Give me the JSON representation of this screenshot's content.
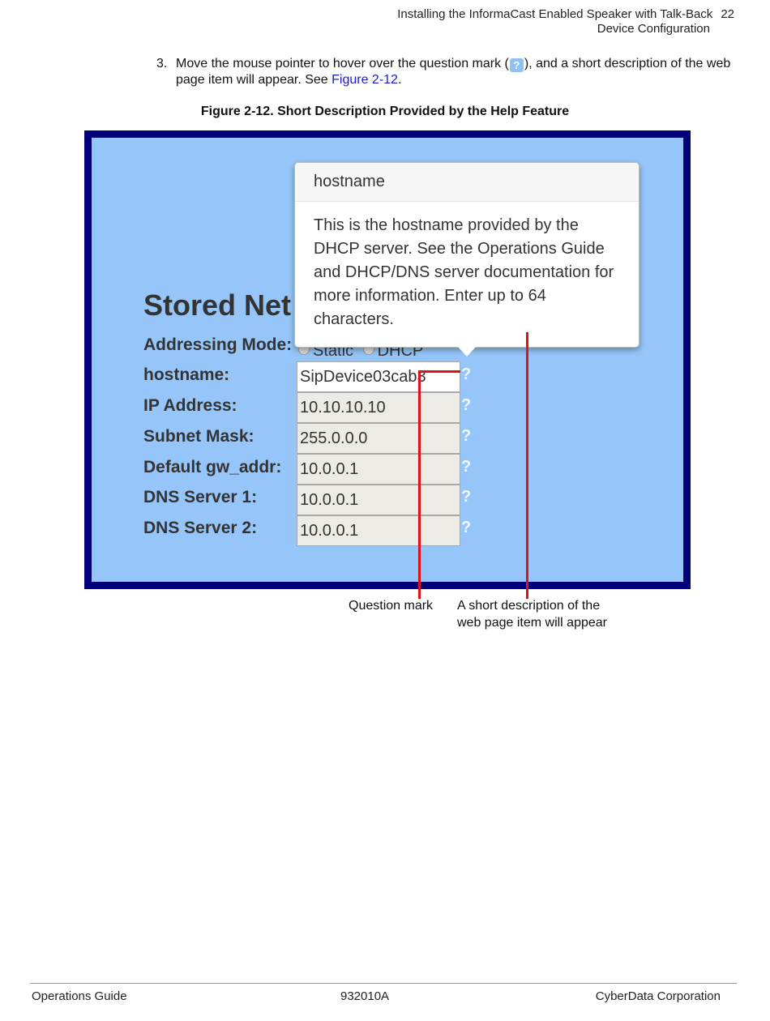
{
  "header": {
    "line1": "Installing the InformaCast Enabled Speaker with Talk-Back",
    "line2": "Device Configuration",
    "page_number": "22"
  },
  "step": {
    "number": "3.",
    "text_before": "Move the mouse pointer to hover over the question mark (",
    "question_icon": "?",
    "text_after": "), and a short description of the web page item will appear. See ",
    "link": "Figure 2-12",
    "end": "."
  },
  "figure": {
    "caption": "Figure 2-12. Short Description Provided by the Help Feature",
    "section_title": "Stored Net",
    "addressing_label": "Addressing Mode:",
    "radio_static": "Static",
    "radio_dhcp": "DHCP",
    "rows": [
      {
        "label": "hostname:",
        "value": "SipDevice03cab3"
      },
      {
        "label": "IP Address:",
        "value": "10.10.10.10"
      },
      {
        "label": "Subnet Mask:",
        "value": "255.0.0.0"
      },
      {
        "label": "Default gw_addr:",
        "value": "10.0.0.1"
      },
      {
        "label": "DNS Server 1:",
        "value": "10.0.0.1"
      },
      {
        "label": "DNS Server 2:",
        "value": "10.0.0.1"
      }
    ],
    "help_mark": "?",
    "popover": {
      "title": "hostname",
      "body": "This is the hostname provided by the DHCP server. See the Operations Guide and DHCP/DNS server documentation for more information. Enter up to 64 characters."
    },
    "callouts": {
      "question_mark": "Question mark",
      "description_line1": "A short description of the",
      "description_line2": "web page item will appear"
    },
    "colors": {
      "frame": "#00007a",
      "background": "#96c6f9",
      "callout_line": "#d9141a"
    }
  },
  "footer": {
    "left": "Operations Guide",
    "center": "932010A",
    "right": "CyberData Corporation"
  }
}
